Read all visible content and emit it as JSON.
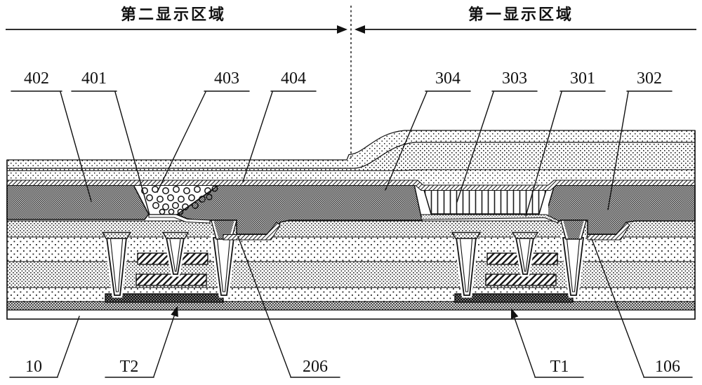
{
  "figure": {
    "type": "patent-cross-section-diagram",
    "regions": {
      "second_display_area": "第二显示区域",
      "first_display_area": "第一显示区域"
    },
    "reference_labels": {
      "r402": "402",
      "r401": "401",
      "r403": "403",
      "r404": "404",
      "r304": "304",
      "r303": "303",
      "r301": "301",
      "r302": "302",
      "r10": "10",
      "rT2": "T2",
      "r206": "206",
      "rT1": "T1",
      "r106": "106"
    },
    "colors": {
      "ink": "#111111",
      "background": "#ffffff",
      "gray_layer": "#9a9a9a"
    }
  }
}
